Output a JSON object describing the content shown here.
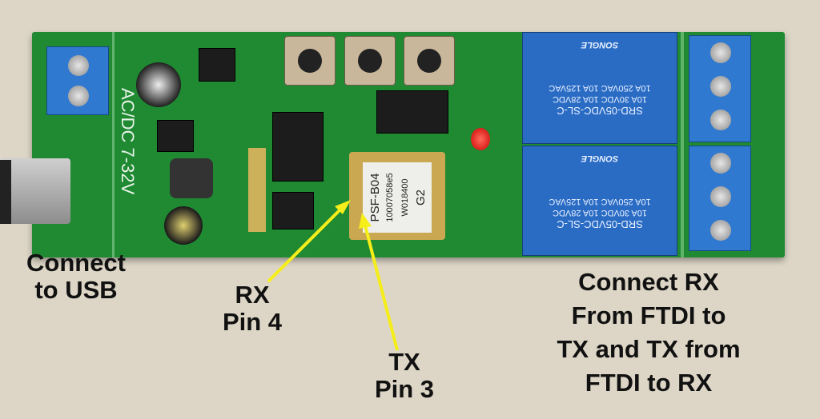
{
  "board": {
    "silkscreen": "AC/DC 7-32V",
    "module": {
      "line1": "PSF-B04",
      "line2": "10007058e5",
      "line3": "W018400",
      "line4": "G2"
    },
    "relays": [
      {
        "model": "SRD-05VDC-SL-C",
        "ratings": [
          "10A 250VAC 10A 125VAC",
          "10A 30VDC 10A 28VDC"
        ],
        "brand": "SONGLE"
      },
      {
        "model": "SRD-05VDC-SL-C",
        "ratings": [
          "10A 250VAC 10A 125VAC",
          "10A 30VDC 10A 28VDC"
        ],
        "brand": "SONGLE"
      }
    ]
  },
  "labels": {
    "usb": [
      "Connect",
      "to USB"
    ],
    "rx": [
      "RX",
      "Pin 4"
    ],
    "tx": [
      "TX",
      "Pin 3"
    ],
    "ftdi": [
      "Connect RX",
      "From FTDI to",
      "TX and TX from",
      "FTDI to RX"
    ]
  },
  "colors": {
    "arrow": "#f5ee1a",
    "pcb": "#1f8a32",
    "relay": "#2a6cc4"
  }
}
